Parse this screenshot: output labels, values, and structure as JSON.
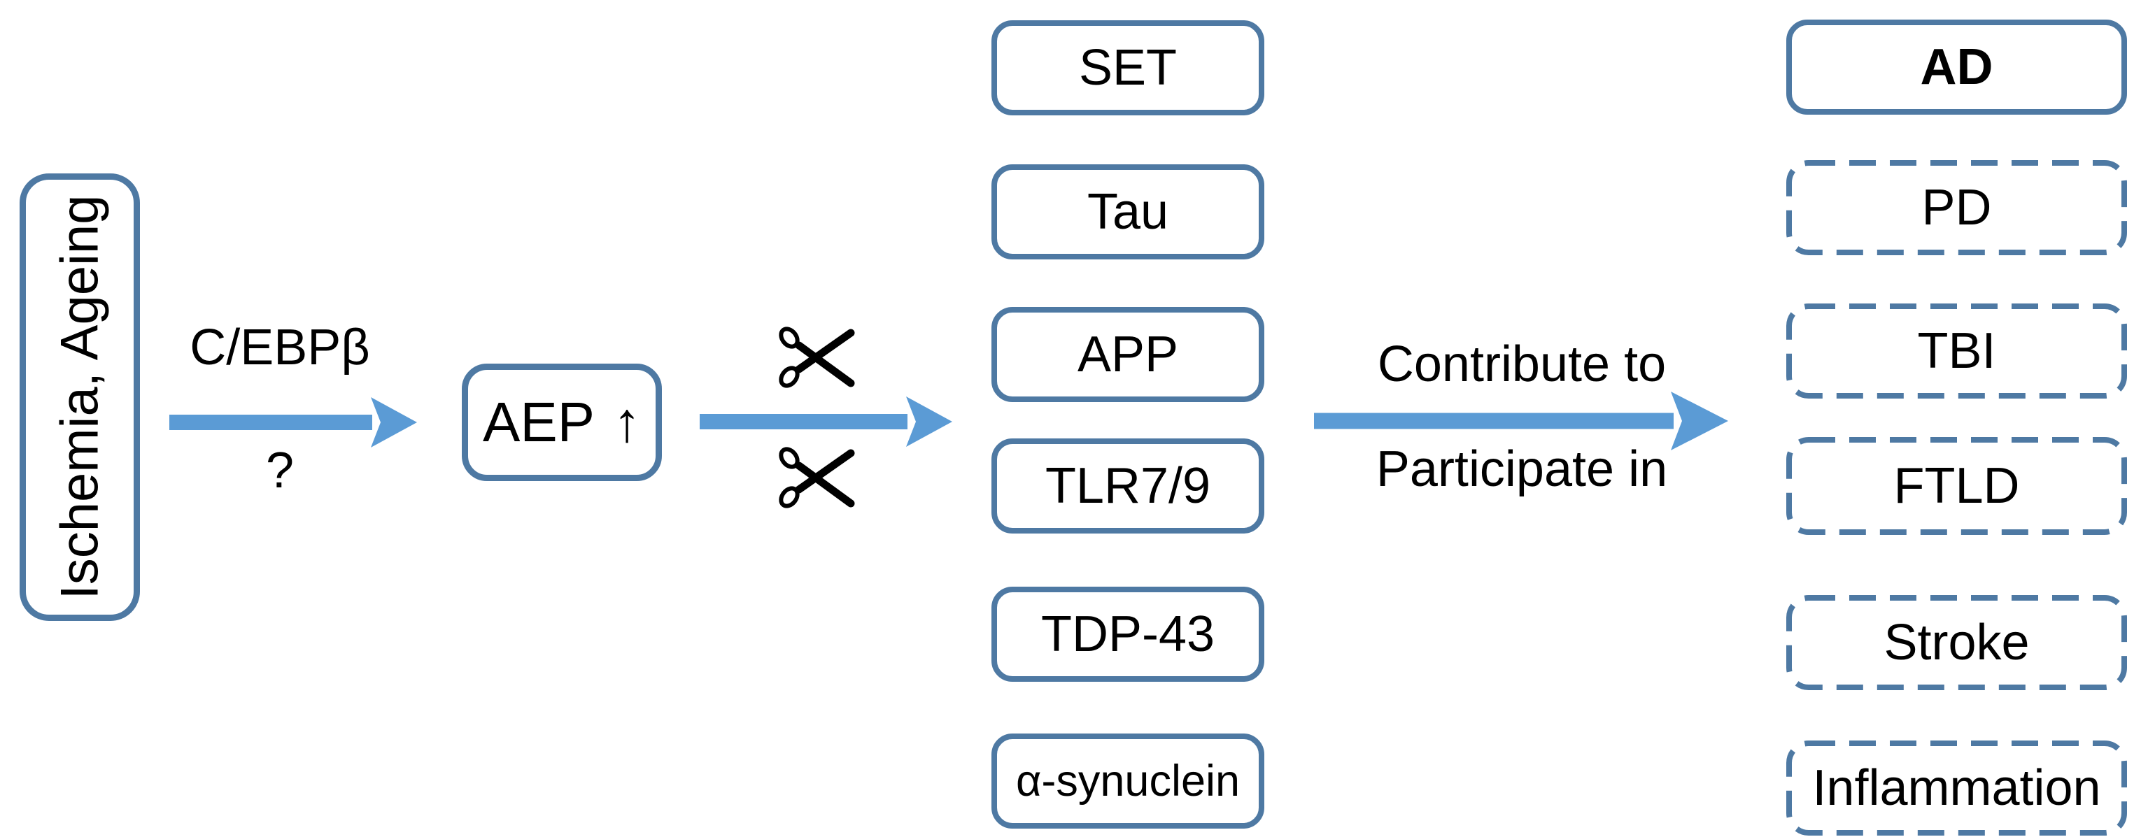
{
  "diagram": {
    "trigger": {
      "label": "Ischemia, Ageing"
    },
    "cebpb_arrow": {
      "top_label": "C/EBPβ",
      "bottom_label": "?"
    },
    "aep": {
      "label": "AEP",
      "up_symbol": "↑"
    },
    "cleavage_arrow": {
      "icon": "scissors"
    },
    "substrates": [
      "SET",
      "Tau",
      "APP",
      "TLR7/9",
      "TDP-43",
      "α-synuclein"
    ],
    "contribute_arrow": {
      "top_label": "Contribute to",
      "bottom_label": "Participate in"
    },
    "diseases": [
      {
        "label": "AD",
        "border_style": "solid",
        "emphasis": "bold"
      },
      {
        "label": "PD",
        "border_style": "dashed",
        "emphasis": "regular"
      },
      {
        "label": "TBI",
        "border_style": "dashed",
        "emphasis": "regular"
      },
      {
        "label": "FTLD",
        "border_style": "dashed",
        "emphasis": "regular"
      },
      {
        "label": "Stroke",
        "border_style": "dashed",
        "emphasis": "regular"
      },
      {
        "label": "Inflammation",
        "border_style": "dashed",
        "emphasis": "regular"
      }
    ],
    "colors": {
      "border": "#4e79a3",
      "arrow": "#5b9bd5",
      "text": "#000000",
      "background": "#ffffff"
    }
  }
}
